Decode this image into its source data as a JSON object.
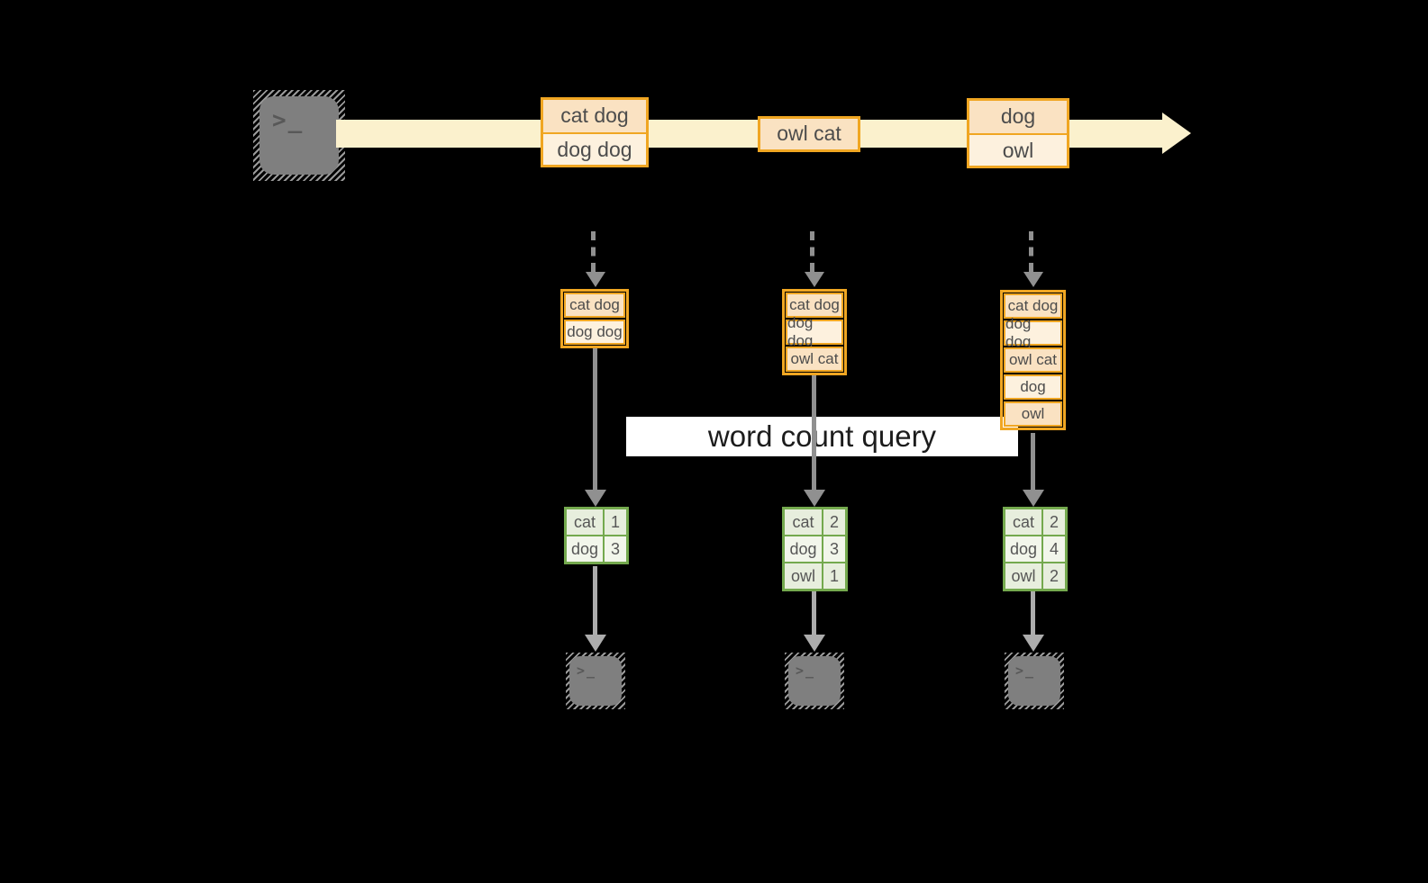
{
  "colors": {
    "bg": "#000000",
    "orange": "#f0a622",
    "peach-dark": "#fae2c2",
    "peach-light": "#fdf1de",
    "stream": "#fbf1cd",
    "green": "#74a94e",
    "green-dark": "#e7eedd",
    "green-light": "#f2f6eb",
    "arrow-gray": "#909090",
    "arrow-lite": "#acacac",
    "icon-gray": "#7f7f7f",
    "glyph-gray": "#585858",
    "text-dark": "#4c4c4c"
  },
  "stream": {
    "prompt": ">_",
    "batches": [
      {
        "lines": [
          "cat dog",
          "dog dog"
        ]
      },
      {
        "lines": [
          "owl cat"
        ]
      },
      {
        "lines": [
          "dog",
          "owl"
        ]
      }
    ]
  },
  "query_label": "word count query",
  "columns": [
    {
      "window": [
        "cat dog",
        "dog dog"
      ],
      "counts": [
        {
          "word": "cat",
          "count": "1"
        },
        {
          "word": "dog",
          "count": "3"
        }
      ]
    },
    {
      "window": [
        "cat dog",
        "dog dog",
        "owl cat"
      ],
      "counts": [
        {
          "word": "cat",
          "count": "2"
        },
        {
          "word": "dog",
          "count": "3"
        },
        {
          "word": "owl",
          "count": "1"
        }
      ]
    },
    {
      "window": [
        "cat dog",
        "dog dog",
        "owl cat",
        "dog",
        "owl"
      ],
      "counts": [
        {
          "word": "cat",
          "count": "2"
        },
        {
          "word": "dog",
          "count": "4"
        },
        {
          "word": "owl",
          "count": "2"
        }
      ]
    }
  ]
}
